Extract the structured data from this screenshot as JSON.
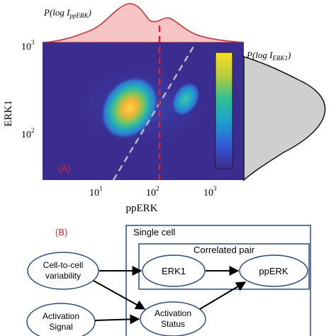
{
  "panel_a": {
    "top_marginal_label": "P(log I",
    "top_marginal_sub": "ppERK",
    "right_marginal_label": "P(log I",
    "right_marginal_sub": "ERK1",
    "panel_letter": "(A)",
    "x_axis_label": "ppERK",
    "y_axis_label": "ERK1",
    "x_tick_base": [
      "10",
      "10",
      "10"
    ],
    "x_tick_exp": [
      "1",
      "2",
      "3"
    ],
    "y_tick_base": [
      "10",
      "10"
    ],
    "y_tick_exp": [
      "2",
      "3"
    ]
  },
  "panel_b": {
    "panel_letter": "(B)",
    "outer_box_label": "Single cell",
    "inner_box_label": "Correlated pair",
    "nodes": {
      "variability_line1": "Cell-to-cell",
      "variability_line2": "variability",
      "erk1": "ERK1",
      "pperk": "ppERK",
      "signal_line1": "Activation",
      "signal_line2": "Signal",
      "status_line1": "Activation",
      "status_line2": "Status"
    }
  },
  "colors": {
    "heatmap_bg": "#3b2c8f",
    "top_marginal_fill": "#f6c4c4",
    "top_marginal_stroke": "#d02a2a",
    "right_marginal_fill": "#cfcfcf",
    "red_dashed": "#d9232e",
    "gray_dashed": "#b9b9b9",
    "box_stroke": "#2a4d8a",
    "panel_letter": "#d9232e"
  }
}
